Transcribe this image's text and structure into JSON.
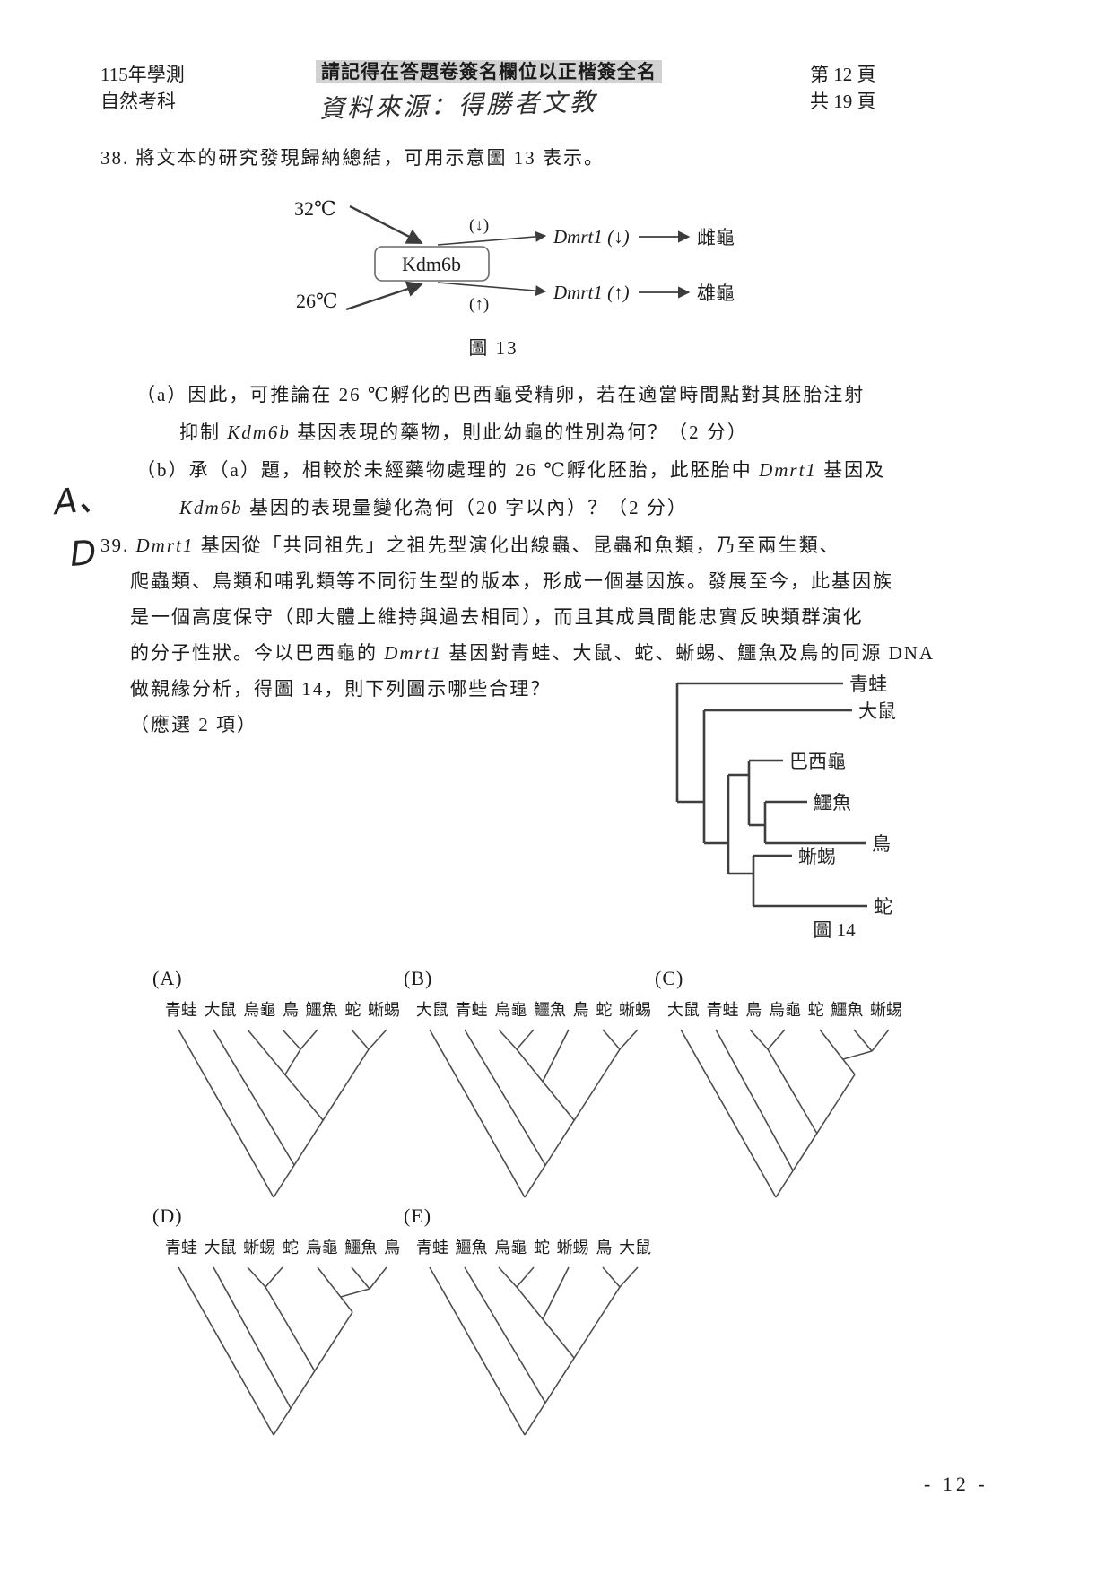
{
  "header": {
    "exam_line1": "115年學測",
    "exam_line2": "自然考科",
    "notice": "請記得在答題卷簽名欄位以正楷簽全名",
    "handwritten_source": "資料來源：得勝者文教",
    "page_line1": "第 12 頁",
    "page_line2": "共 19 頁"
  },
  "q38": {
    "stem": "38. 將文本的研究發現歸納總結，可用示意圖 13 表示。",
    "figure13": {
      "temp_top": "32℃",
      "temp_bottom": "26℃",
      "box_label": "Kdm6b",
      "down_small": "(↓)",
      "up_small": "(↑)",
      "dmrt1_down": "Dmrt1 (↓)",
      "dmrt1_up": "Dmrt1 (↑)",
      "female": "雌龜",
      "male": "雄龜",
      "caption": "圖 13"
    },
    "sub_a_line1": "（a）因此，可推論在 26 ℃孵化的巴西龜受精卵，若在適當時間點對其胚胎注射",
    "sub_a_line2_pre": "抑制 ",
    "sub_a_line2_gene": "Kdm6b",
    "sub_a_line2_post": " 基因表現的藥物，則此幼龜的性別為何？（2 分）",
    "sub_b_line1_pre": "（b）承（a）題，相較於未經藥物處理的 26 ℃孵化胚胎，此胚胎中 ",
    "sub_b_line1_gene": "Dmrt1",
    "sub_b_line1_post": " 基因及",
    "sub_b_line2_gene": "Kdm6b",
    "sub_b_line2_post": " 基因的表現量變化為何（20 字以內）？（2 分）"
  },
  "q39": {
    "margin_answer_line1": "A、",
    "margin_answer_line2": "D",
    "line1_pre": "39. ",
    "line1_gene": "Dmrt1",
    "line1_post": " 基因從「共同祖先」之祖先型演化出線蟲、昆蟲和魚類，乃至兩生類、",
    "line2": "爬蟲類、鳥類和哺乳類等不同衍生型的版本，形成一個基因族。發展至今，此基因族",
    "line3": "是一個高度保守（即大體上維持與過去相同），而且其成員間能忠實反映類群演化",
    "line4_pre": "的分子性狀。今以巴西龜的 ",
    "line4_gene": "Dmrt1",
    "line4_post": " 基因對青蛙、大鼠、蛇、蜥蜴、鱷魚及鳥的同源 DNA",
    "line5": "做親緣分析，得圖 14，則下列圖示哪些合理？",
    "line6": "（應選 2 項）",
    "figure14": {
      "taxa": [
        "青蛙",
        "大鼠",
        "巴西龜",
        "鱷魚",
        "鳥",
        "蜥蜴",
        "蛇"
      ],
      "caption": "圖 14"
    },
    "options": [
      {
        "label": "(A)",
        "taxa": [
          "青蛙",
          "大鼠",
          "烏龜",
          "鳥",
          "鱷魚",
          "蛇",
          "蜥蜴"
        ]
      },
      {
        "label": "(B)",
        "taxa": [
          "大鼠",
          "青蛙",
          "烏龜",
          "鱷魚",
          "鳥",
          "蛇",
          "蜥蜴"
        ]
      },
      {
        "label": "(C)",
        "taxa": [
          "大鼠",
          "青蛙",
          "鳥",
          "烏龜",
          "蛇",
          "鱷魚",
          "蜥蜴"
        ]
      },
      {
        "label": "(D)",
        "taxa": [
          "青蛙",
          "大鼠",
          "蜥蜴",
          "蛇",
          "烏龜",
          "鱷魚",
          "鳥"
        ]
      },
      {
        "label": "(E)",
        "taxa": [
          "青蛙",
          "鱷魚",
          "烏龜",
          "蛇",
          "蜥蜴",
          "鳥",
          "大鼠"
        ]
      }
    ]
  },
  "footer": {
    "page_number": "- 12 -"
  }
}
